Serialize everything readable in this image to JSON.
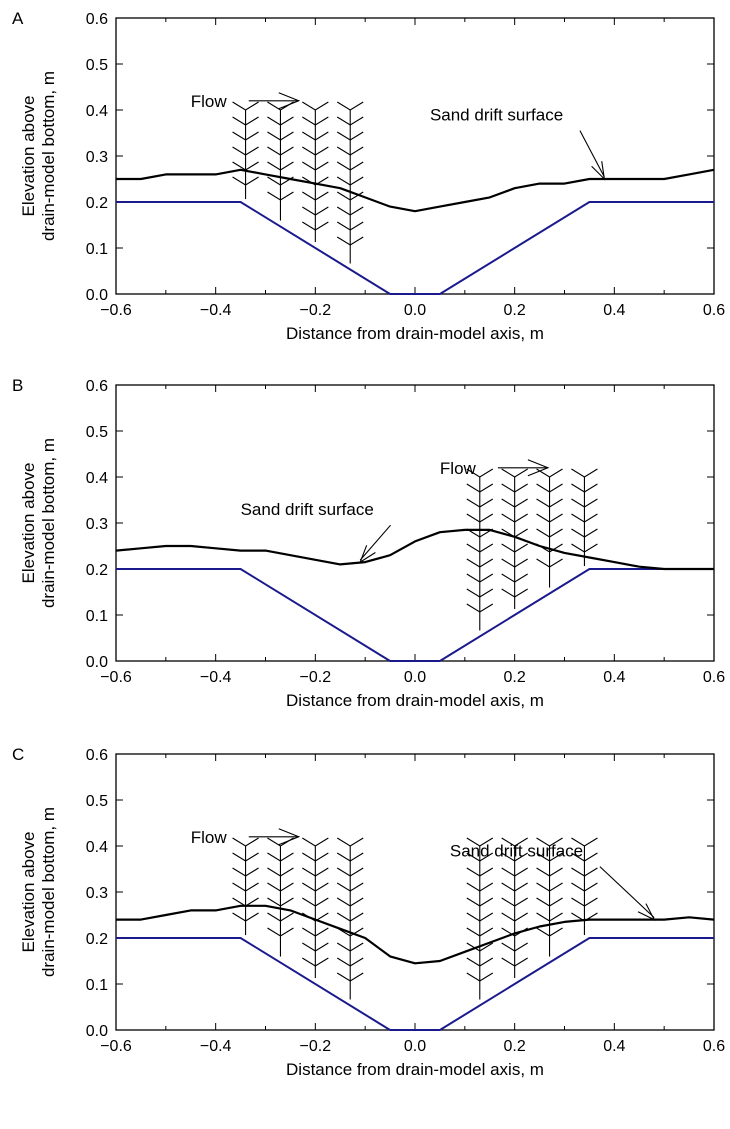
{
  "chart_data": [
    {
      "type": "line",
      "panel_label": "A",
      "xlabel": "Distance from drain-model axis, m",
      "ylabel_line1": "Elevation above",
      "ylabel_line2": "drain-model bottom, m",
      "xlim": [
        -0.6,
        0.6
      ],
      "ylim": [
        0.0,
        0.6
      ],
      "x_ticks": [
        "−0.6",
        "−0.4",
        "−0.2",
        "0.0",
        "0.2",
        "0.4",
        "0.6"
      ],
      "y_ticks": [
        "0.0",
        "0.1",
        "0.2",
        "0.3",
        "0.4",
        "0.5",
        "0.6"
      ],
      "series": [
        {
          "role": "drain-model profile",
          "color": "#1a1a8c",
          "x": [
            -0.6,
            -0.35,
            -0.05,
            0.05,
            0.35,
            0.6
          ],
          "y": [
            0.2,
            0.2,
            0.0,
            0.0,
            0.2,
            0.2
          ]
        },
        {
          "role": "sand drift surface",
          "color": "#000000",
          "x": [
            -0.6,
            -0.55,
            -0.5,
            -0.4,
            -0.35,
            -0.3,
            -0.25,
            -0.2,
            -0.15,
            -0.1,
            -0.05,
            0.0,
            0.05,
            0.1,
            0.15,
            0.2,
            0.25,
            0.3,
            0.35,
            0.4,
            0.5,
            0.55,
            0.6
          ],
          "y": [
            0.25,
            0.25,
            0.26,
            0.26,
            0.27,
            0.26,
            0.25,
            0.24,
            0.23,
            0.21,
            0.19,
            0.18,
            0.19,
            0.2,
            0.21,
            0.23,
            0.24,
            0.24,
            0.25,
            0.25,
            0.25,
            0.26,
            0.27
          ]
        }
      ],
      "vegetation": [
        {
          "x": [
            -0.34,
            -0.27,
            -0.2,
            -0.13
          ],
          "top": 0.4
        }
      ],
      "annotations": [
        {
          "text": "Flow",
          "kind": "flow-arrow",
          "x": -0.45,
          "y": 0.42
        },
        {
          "text": "Sand drift surface",
          "kind": "pointer",
          "x": 0.03,
          "y": 0.39,
          "target_x": 0.38,
          "target_y": 0.25
        }
      ]
    },
    {
      "type": "line",
      "panel_label": "B",
      "xlabel": "Distance from drain-model axis, m",
      "ylabel_line1": "Elevation above",
      "ylabel_line2": "drain-model bottom, m",
      "xlim": [
        -0.6,
        0.6
      ],
      "ylim": [
        0.0,
        0.6
      ],
      "x_ticks": [
        "−0.6",
        "−0.4",
        "−0.2",
        "0.0",
        "0.2",
        "0.4",
        "0.6"
      ],
      "y_ticks": [
        "0.0",
        "0.1",
        "0.2",
        "0.3",
        "0.4",
        "0.5",
        "0.6"
      ],
      "series": [
        {
          "role": "drain-model profile",
          "color": "#1a1a8c",
          "x": [
            -0.6,
            -0.35,
            -0.05,
            0.05,
            0.35,
            0.6
          ],
          "y": [
            0.2,
            0.2,
            0.0,
            0.0,
            0.2,
            0.2
          ]
        },
        {
          "role": "sand drift surface",
          "color": "#000000",
          "x": [
            -0.6,
            -0.55,
            -0.5,
            -0.45,
            -0.4,
            -0.35,
            -0.3,
            -0.2,
            -0.15,
            -0.1,
            -0.05,
            0.0,
            0.05,
            0.1,
            0.15,
            0.2,
            0.25,
            0.3,
            0.35,
            0.4,
            0.45,
            0.5,
            0.6
          ],
          "y": [
            0.24,
            0.245,
            0.25,
            0.25,
            0.245,
            0.24,
            0.24,
            0.22,
            0.21,
            0.215,
            0.23,
            0.26,
            0.28,
            0.285,
            0.285,
            0.27,
            0.25,
            0.235,
            0.225,
            0.215,
            0.205,
            0.2,
            0.2
          ]
        }
      ],
      "vegetation": [
        {
          "x": [
            0.13,
            0.2,
            0.27,
            0.34
          ],
          "top": 0.4
        }
      ],
      "annotations": [
        {
          "text": "Flow",
          "kind": "flow-arrow",
          "x": 0.05,
          "y": 0.42
        },
        {
          "text": "Sand drift surface",
          "kind": "pointer",
          "x": -0.35,
          "y": 0.33,
          "target_x": -0.11,
          "target_y": 0.215
        }
      ]
    },
    {
      "type": "line",
      "panel_label": "C",
      "xlabel": "Distance from drain-model axis, m",
      "ylabel_line1": "Elevation above",
      "ylabel_line2": "drain-model bottom, m",
      "xlim": [
        -0.6,
        0.6
      ],
      "ylim": [
        0.0,
        0.6
      ],
      "x_ticks": [
        "−0.6",
        "−0.4",
        "−0.2",
        "0.0",
        "0.2",
        "0.4",
        "0.6"
      ],
      "y_ticks": [
        "0.0",
        "0.1",
        "0.2",
        "0.3",
        "0.4",
        "0.5",
        "0.6"
      ],
      "series": [
        {
          "role": "drain-model profile",
          "color": "#1a1a8c",
          "x": [
            -0.6,
            -0.35,
            -0.05,
            0.05,
            0.35,
            0.6
          ],
          "y": [
            0.2,
            0.2,
            0.0,
            0.0,
            0.2,
            0.2
          ]
        },
        {
          "role": "sand drift surface",
          "color": "#000000",
          "x": [
            -0.6,
            -0.55,
            -0.5,
            -0.45,
            -0.4,
            -0.35,
            -0.3,
            -0.25,
            -0.2,
            -0.15,
            -0.1,
            -0.05,
            0.0,
            0.05,
            0.1,
            0.15,
            0.2,
            0.25,
            0.3,
            0.35,
            0.4,
            0.45,
            0.5,
            0.55,
            0.6
          ],
          "y": [
            0.24,
            0.24,
            0.25,
            0.26,
            0.26,
            0.27,
            0.27,
            0.26,
            0.24,
            0.22,
            0.2,
            0.16,
            0.145,
            0.15,
            0.17,
            0.19,
            0.21,
            0.225,
            0.235,
            0.24,
            0.24,
            0.24,
            0.24,
            0.245,
            0.24
          ]
        }
      ],
      "vegetation": [
        {
          "x": [
            -0.34,
            -0.27,
            -0.2,
            -0.13
          ],
          "top": 0.4
        },
        {
          "x": [
            0.13,
            0.2,
            0.27,
            0.34
          ],
          "top": 0.4
        }
      ],
      "annotations": [
        {
          "text": "Flow",
          "kind": "flow-arrow",
          "x": -0.45,
          "y": 0.42
        },
        {
          "text": "Sand drift surface",
          "kind": "pointer",
          "x": 0.07,
          "y": 0.39,
          "target_x": 0.48,
          "target_y": 0.24
        }
      ]
    }
  ]
}
